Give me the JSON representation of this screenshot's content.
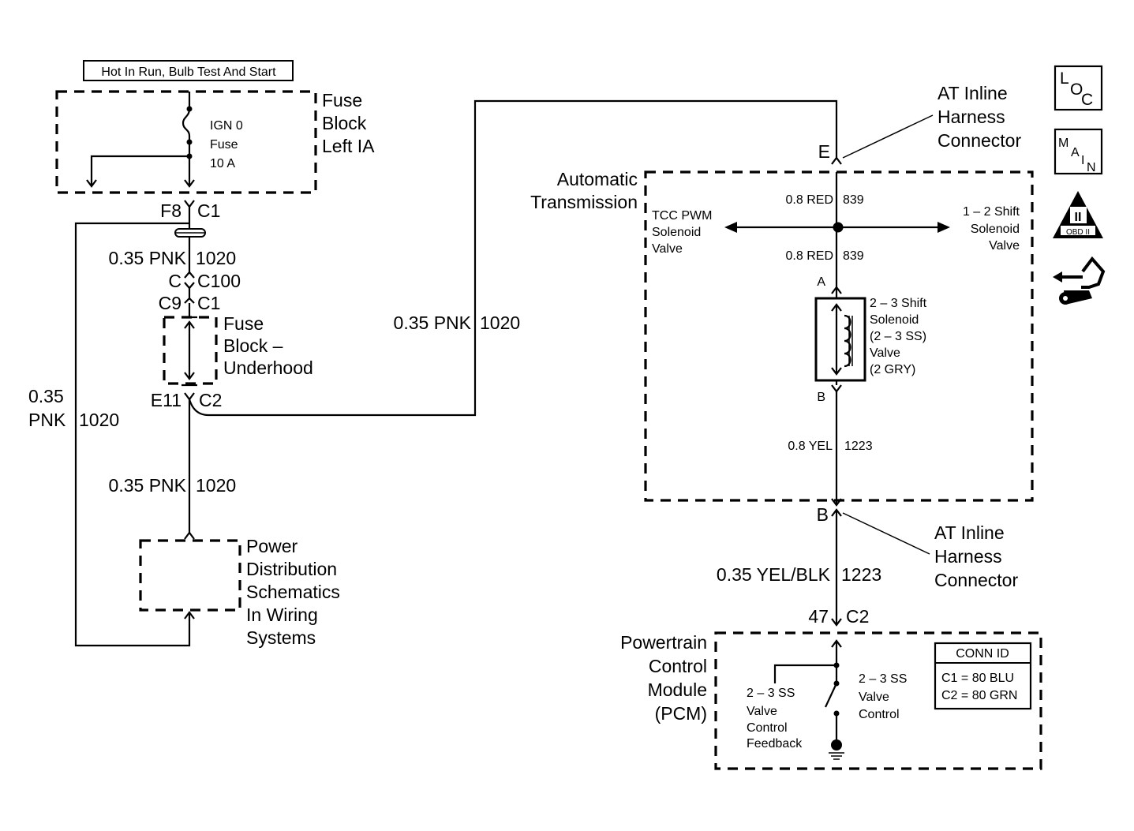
{
  "power_label": "Hot In Run, Bulb Test And Start",
  "fuse_block_left": [
    "Fuse",
    "Block",
    "Left IA"
  ],
  "fuse_text": [
    "IGN 0",
    "Fuse",
    "10 A"
  ],
  "conn_f8": "F8",
  "conn_c1_top": "C1",
  "wire_upper": {
    "gauge": "0.35 PNK",
    "circuit": "1020"
  },
  "conn_c": "C",
  "conn_c100": "C100",
  "conn_c9": "C9",
  "conn_c1_mid": "C1",
  "fuse_block_underhood": [
    "Fuse",
    "Block –",
    "Underhood"
  ],
  "conn_e11": "E11",
  "conn_c2_left": "C2",
  "wire_left_return": {
    "gauge": "0.35",
    "line2": "PNK",
    "circuit": "1020"
  },
  "wire_lower": {
    "gauge": "0.35 PNK",
    "circuit": "1020"
  },
  "power_distribution": [
    "Power",
    "Distribution",
    "Schematics",
    "In Wiring",
    "Systems"
  ],
  "wire_middle": {
    "gauge": "0.35 PNK",
    "circuit": "1020"
  },
  "automatic_transmission": [
    "Automatic",
    "Transmission"
  ],
  "at_inline_top": [
    "AT Inline",
    "Harness",
    "Connector"
  ],
  "pin_e": "E",
  "wire_red_top": {
    "gauge": "0.8 RED",
    "circuit": "839"
  },
  "wire_red_bottom": {
    "gauge": "0.8 RED",
    "circuit": "839"
  },
  "tcc_pwm": [
    "TCC PWM",
    "Solenoid",
    "Valve"
  ],
  "shift_12": [
    "1 – 2 Shift",
    "Solenoid",
    "Valve"
  ],
  "pin_a": "A",
  "solenoid_23": [
    "2 – 3 Shift",
    "Solenoid",
    "(2 – 3 SS)",
    "Valve",
    "(2 GRY)"
  ],
  "pin_b_inner": "B",
  "wire_yel": {
    "gauge": "0.8 YEL",
    "circuit": "1223"
  },
  "pin_b_outer": "B",
  "at_inline_bottom": [
    "AT Inline",
    "Harness",
    "Connector"
  ],
  "wire_yel_blk": {
    "gauge": "0.35 YEL/BLK",
    "circuit": "1223"
  },
  "conn_47": "47",
  "conn_c2_pcm": "C2",
  "pcm_label": [
    "Powertrain",
    "Control",
    "Module",
    "(PCM)"
  ],
  "feedback_label": [
    "2 – 3 SS",
    "Valve",
    "Control",
    "Feedback"
  ],
  "valve_control_label": [
    "2 – 3 SS",
    "Valve",
    "Control"
  ],
  "conn_id": {
    "title": "CONN ID",
    "rows": [
      "C1 = 80 BLU",
      "C2 = 80 GRN"
    ]
  },
  "icons": {
    "loc": {
      "l": "L",
      "o": "O",
      "c": "C"
    },
    "main": {
      "m": "M",
      "a": "A",
      "i": "I",
      "n": "N"
    },
    "obd": {
      "numeral": "II",
      "caption": "OBD II"
    }
  }
}
